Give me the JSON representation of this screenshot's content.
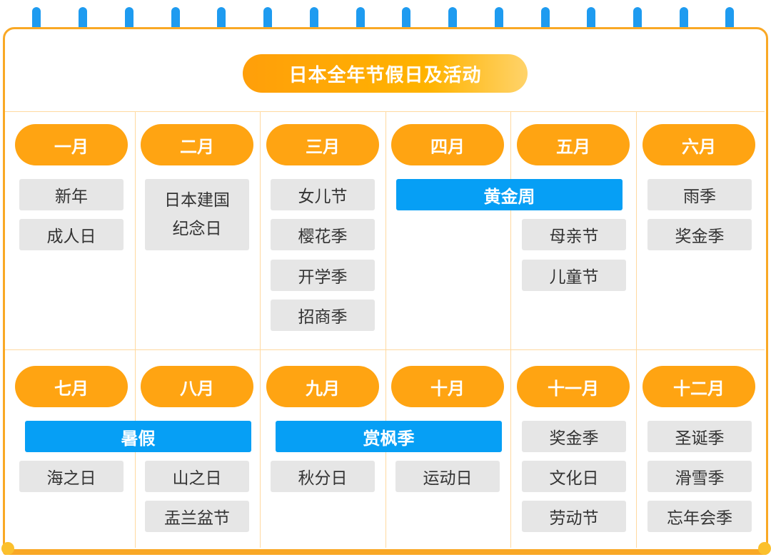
{
  "title": "日本全年节假日及活动",
  "colors": {
    "frame": "#f9a825",
    "month_pill": "#ffa412",
    "span_bar": "#069ff5",
    "event_bg": "#e6e6e6"
  },
  "months": [
    "一月",
    "二月",
    "三月",
    "四月",
    "五月",
    "六月",
    "七月",
    "八月",
    "九月",
    "十月",
    "十一月",
    "十二月"
  ],
  "events": {
    "jan": [
      "新年",
      "成人日"
    ],
    "feb": [
      "日本建国\n纪念日"
    ],
    "mar": [
      "女儿节",
      "樱花季",
      "开学季",
      "招商季"
    ],
    "may": [
      "母亲节",
      "儿童节"
    ],
    "jun": [
      "雨季",
      "奖金季"
    ],
    "jul": [
      "海之日"
    ],
    "aug": [
      "山之日",
      "盂兰盆节"
    ],
    "sep": [
      "秋分日"
    ],
    "oct": [
      "运动日"
    ],
    "nov": [
      "奖金季",
      "文化日",
      "劳动节"
    ],
    "dec": [
      "圣诞季",
      "滑雪季",
      "忘年会季"
    ]
  },
  "spans": {
    "golden_week": "黄金周",
    "summer_vacation": "暑假",
    "maple_season": "赏枫季"
  }
}
